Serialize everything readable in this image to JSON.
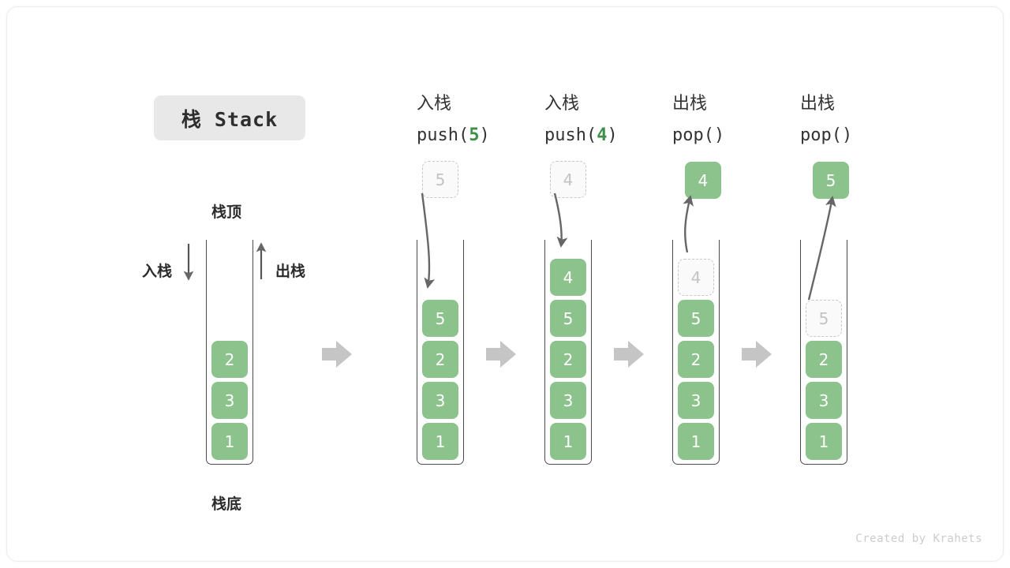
{
  "title": {
    "badge_label": "栈 Stack"
  },
  "left_stack": {
    "top_label": "栈顶",
    "bottom_label": "栈底",
    "push_label": "入栈",
    "pop_label": "出栈",
    "cells": [
      "2",
      "3",
      "1"
    ]
  },
  "columns": [
    {
      "id": "push-5",
      "header_cn": "入栈",
      "header_code_prefix": "push(",
      "header_code_value": "5",
      "header_code_suffix": ")",
      "operation": "push",
      "floating_cell": "5",
      "floating_style": "ghost",
      "cells": [
        "5",
        "2",
        "3",
        "1"
      ],
      "ghost_in_stack": null
    },
    {
      "id": "push-4",
      "header_cn": "入栈",
      "header_code_prefix": "push(",
      "header_code_value": "4",
      "header_code_suffix": ")",
      "operation": "push",
      "floating_cell": "4",
      "floating_style": "ghost",
      "cells": [
        "4",
        "5",
        "2",
        "3",
        "1"
      ],
      "ghost_in_stack": null
    },
    {
      "id": "pop-1",
      "header_cn": "出栈",
      "header_code_prefix": "pop(",
      "header_code_value": "",
      "header_code_suffix": ")",
      "operation": "pop",
      "floating_cell": "4",
      "floating_style": "filled",
      "cells": [
        "5",
        "2",
        "3",
        "1"
      ],
      "ghost_in_stack": "4"
    },
    {
      "id": "pop-2",
      "header_cn": "出栈",
      "header_code_prefix": "pop(",
      "header_code_value": "",
      "header_code_suffix": ")",
      "operation": "pop",
      "floating_cell": "5",
      "floating_style": "filled",
      "cells": [
        "2",
        "3",
        "1"
      ],
      "ghost_in_stack": "5"
    }
  ],
  "colors": {
    "element_green": "#8cc28c",
    "accent_green": "#3f8f48",
    "container_line": "#4a4a4a",
    "ghost_border": "#c8c8c8",
    "transition_arrow": "#c5c5c5",
    "motion_arrow": "#666666",
    "badge_bg": "#e8e8e8"
  },
  "footer": {
    "credit": "Created by Krahets"
  }
}
